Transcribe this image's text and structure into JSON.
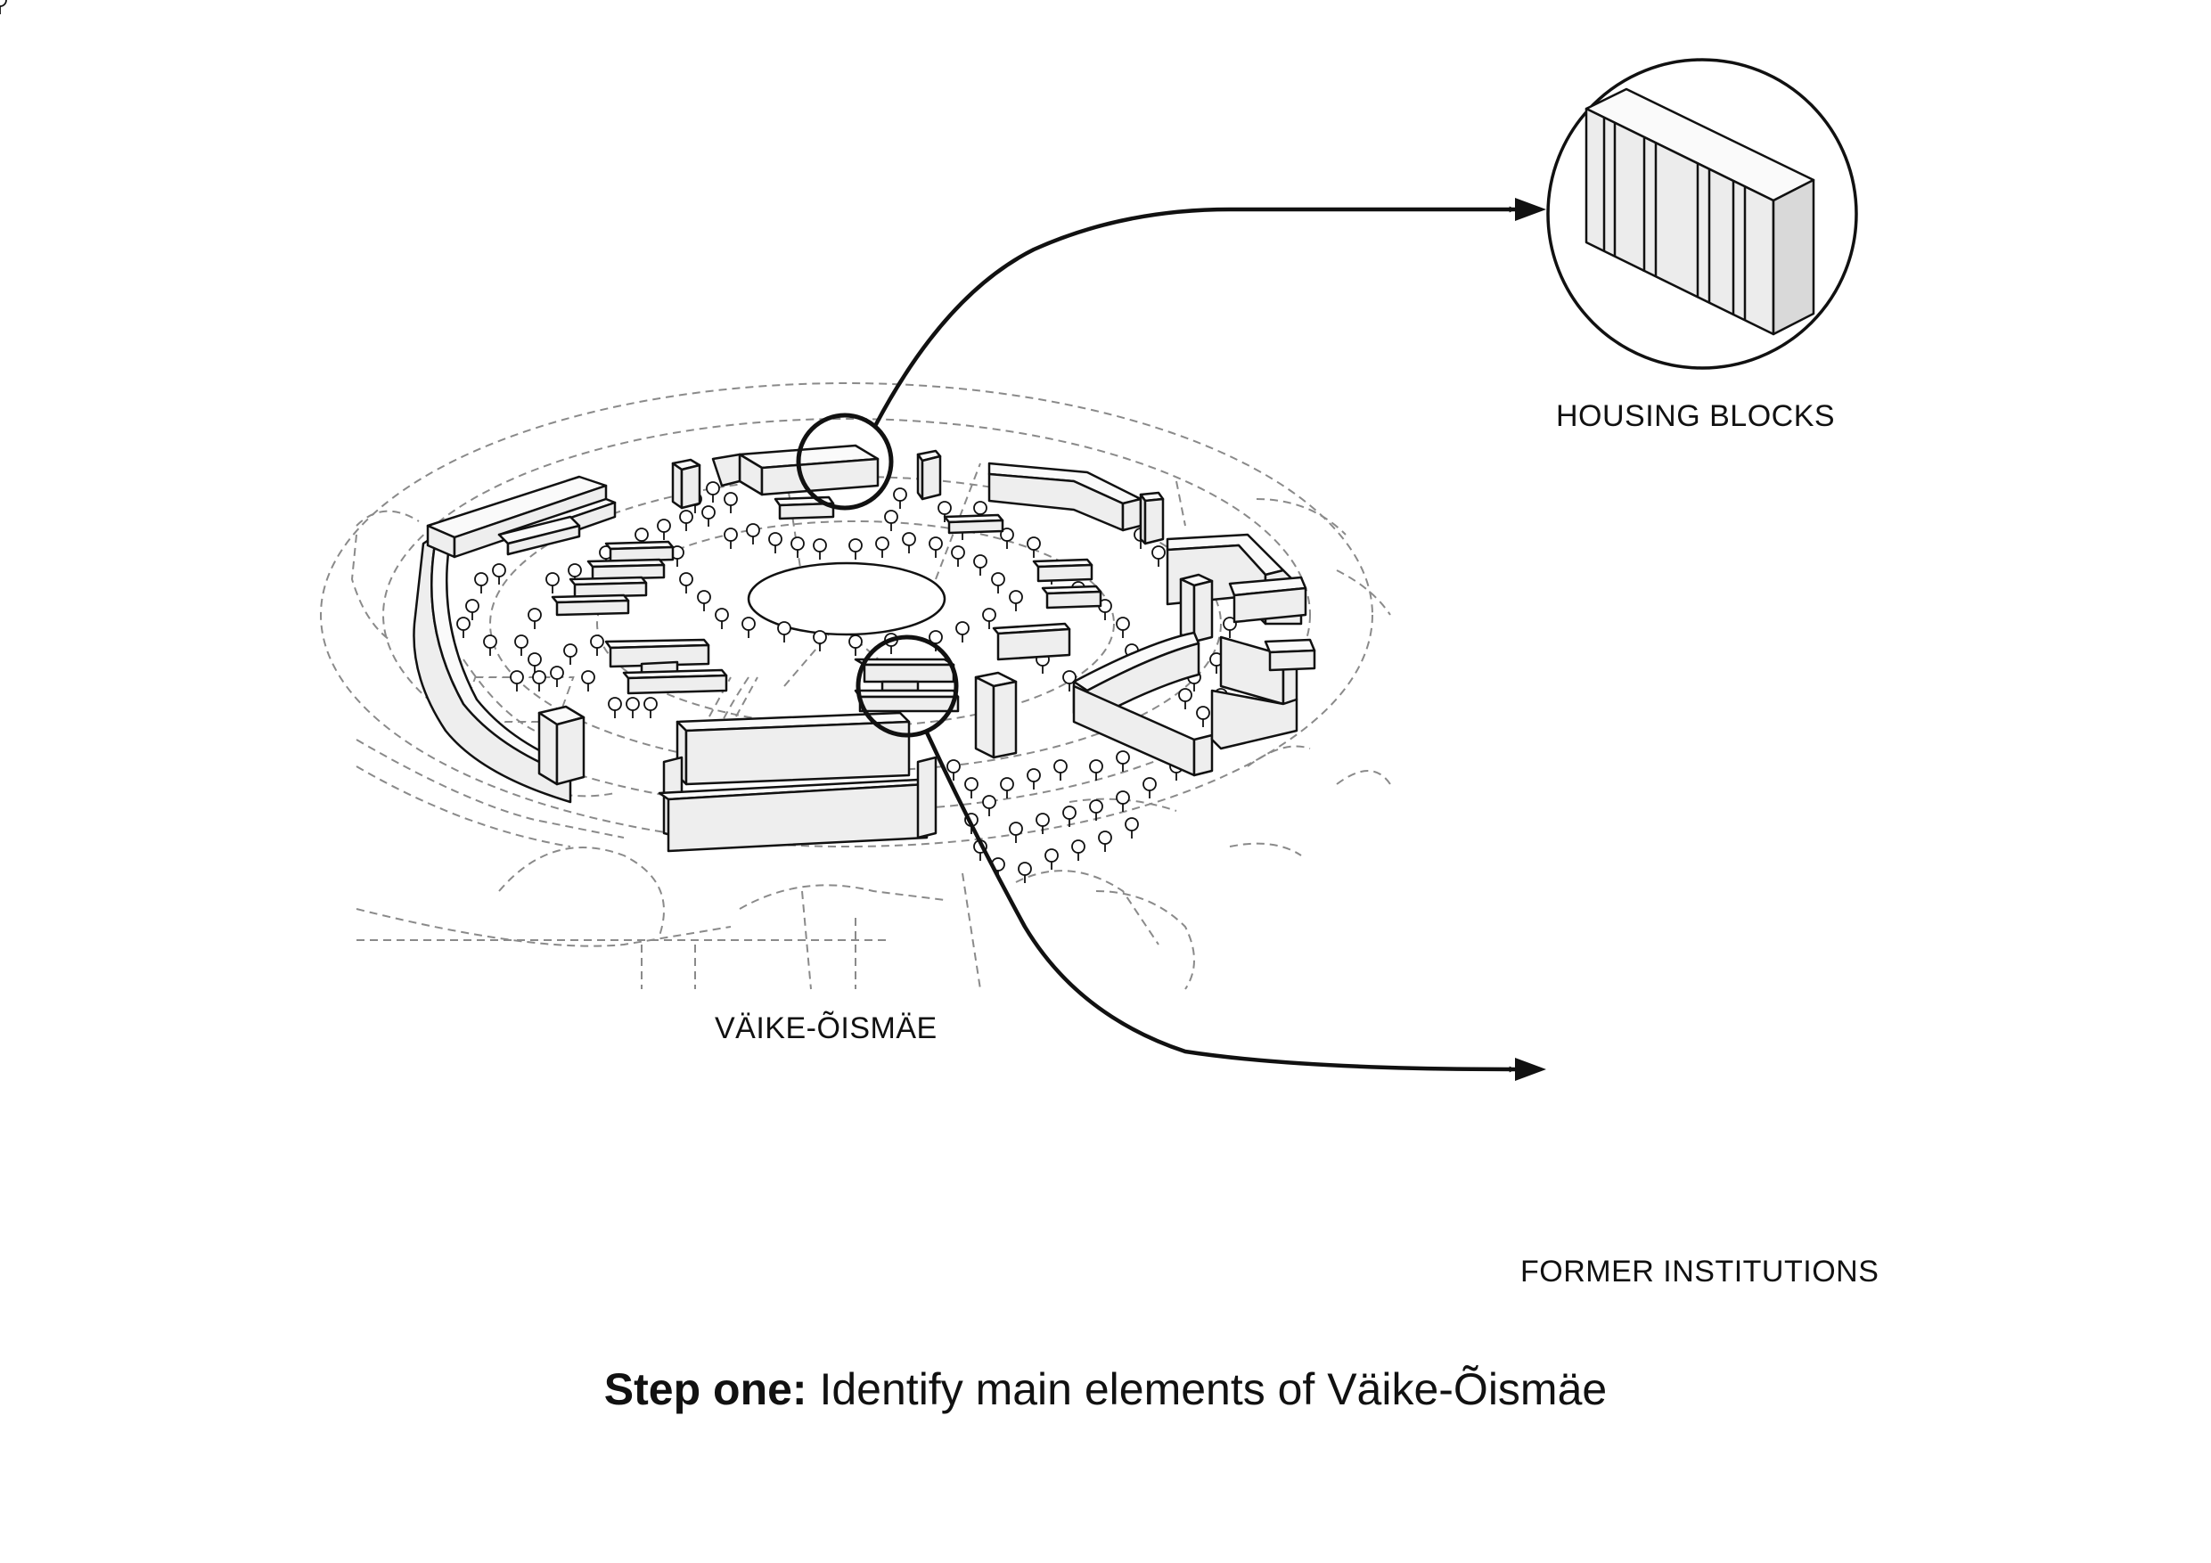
{
  "labels": {
    "housing": "HOUSING BLOCKS",
    "institutions": "FORMER INSTITUTIONS",
    "district": "VÄIKE-ÕISMÄE"
  },
  "caption": {
    "bold": "Step one:",
    "text": "Identify main elements of Väike-Õismäe"
  },
  "colors": {
    "stroke": "#111111",
    "building_fill": "#eeeeee",
    "road_line": "#8a8a8a"
  },
  "icons": [
    "housing-block-icon",
    "institution-h-block-icon",
    "tree-icon",
    "arrow-icon"
  ]
}
